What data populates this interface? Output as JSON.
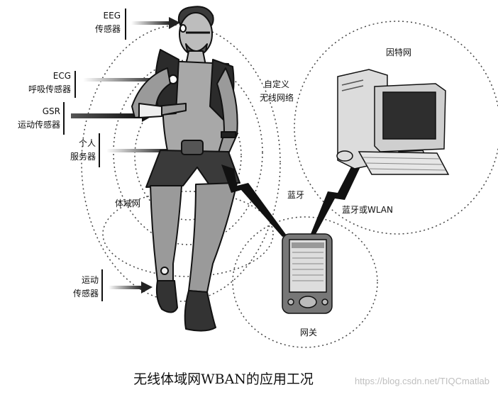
{
  "sensors": {
    "eeg": [
      "EEG",
      "传感器"
    ],
    "ecg": [
      "ECG",
      "呼吸传感器"
    ],
    "gsr": [
      "GSR",
      "运动传感器"
    ],
    "server": [
      "个人",
      "服务器"
    ],
    "motion": [
      "运动",
      "传感器"
    ]
  },
  "labels": {
    "custom_network": [
      "自定义",
      "无线网络"
    ],
    "body_area_network": "体域网",
    "bluetooth": "蓝牙",
    "bluetooth_wlan": "蓝牙或WLAN",
    "internet": "因特网",
    "gateway": "网关"
  },
  "caption": "无线体域网WBAN的应用工况",
  "watermark": "https://blog.csdn.net/TIQCmatlab"
}
